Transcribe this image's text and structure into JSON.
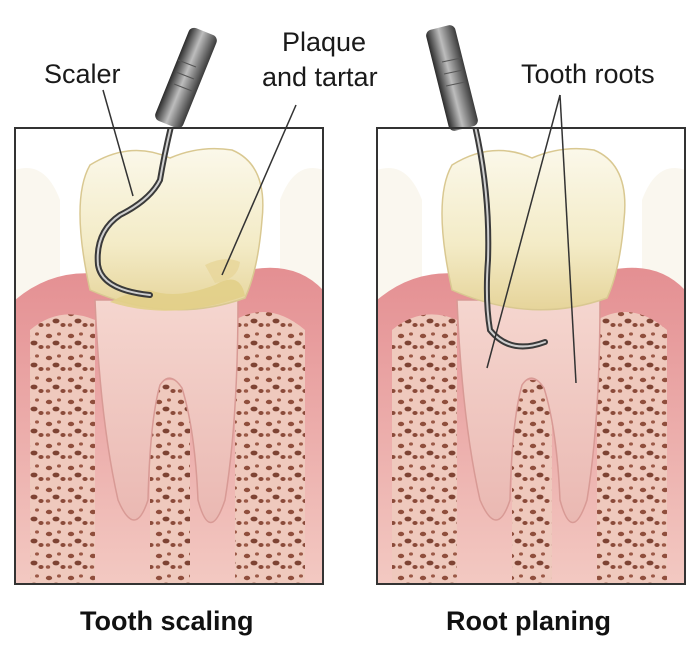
{
  "panels": [
    {
      "caption": "Tooth scaling",
      "labels": {
        "scaler": "Scaler",
        "plaque_line1": "Plaque",
        "plaque_line2": "and tartar"
      }
    },
    {
      "caption": "Root planing",
      "labels": {
        "roots": "Tooth roots"
      }
    }
  ],
  "colors": {
    "gum": "#e8a8a6",
    "gum_light": "#f4cbc6",
    "bone": "#ecc2b8",
    "bone_pore": "#8a4d3b",
    "enamel": "#f7f2d8",
    "tartar": "#e4d39a",
    "root": "#f2c9c5",
    "instrument": "#4a4a4a",
    "frame": "#333333"
  }
}
